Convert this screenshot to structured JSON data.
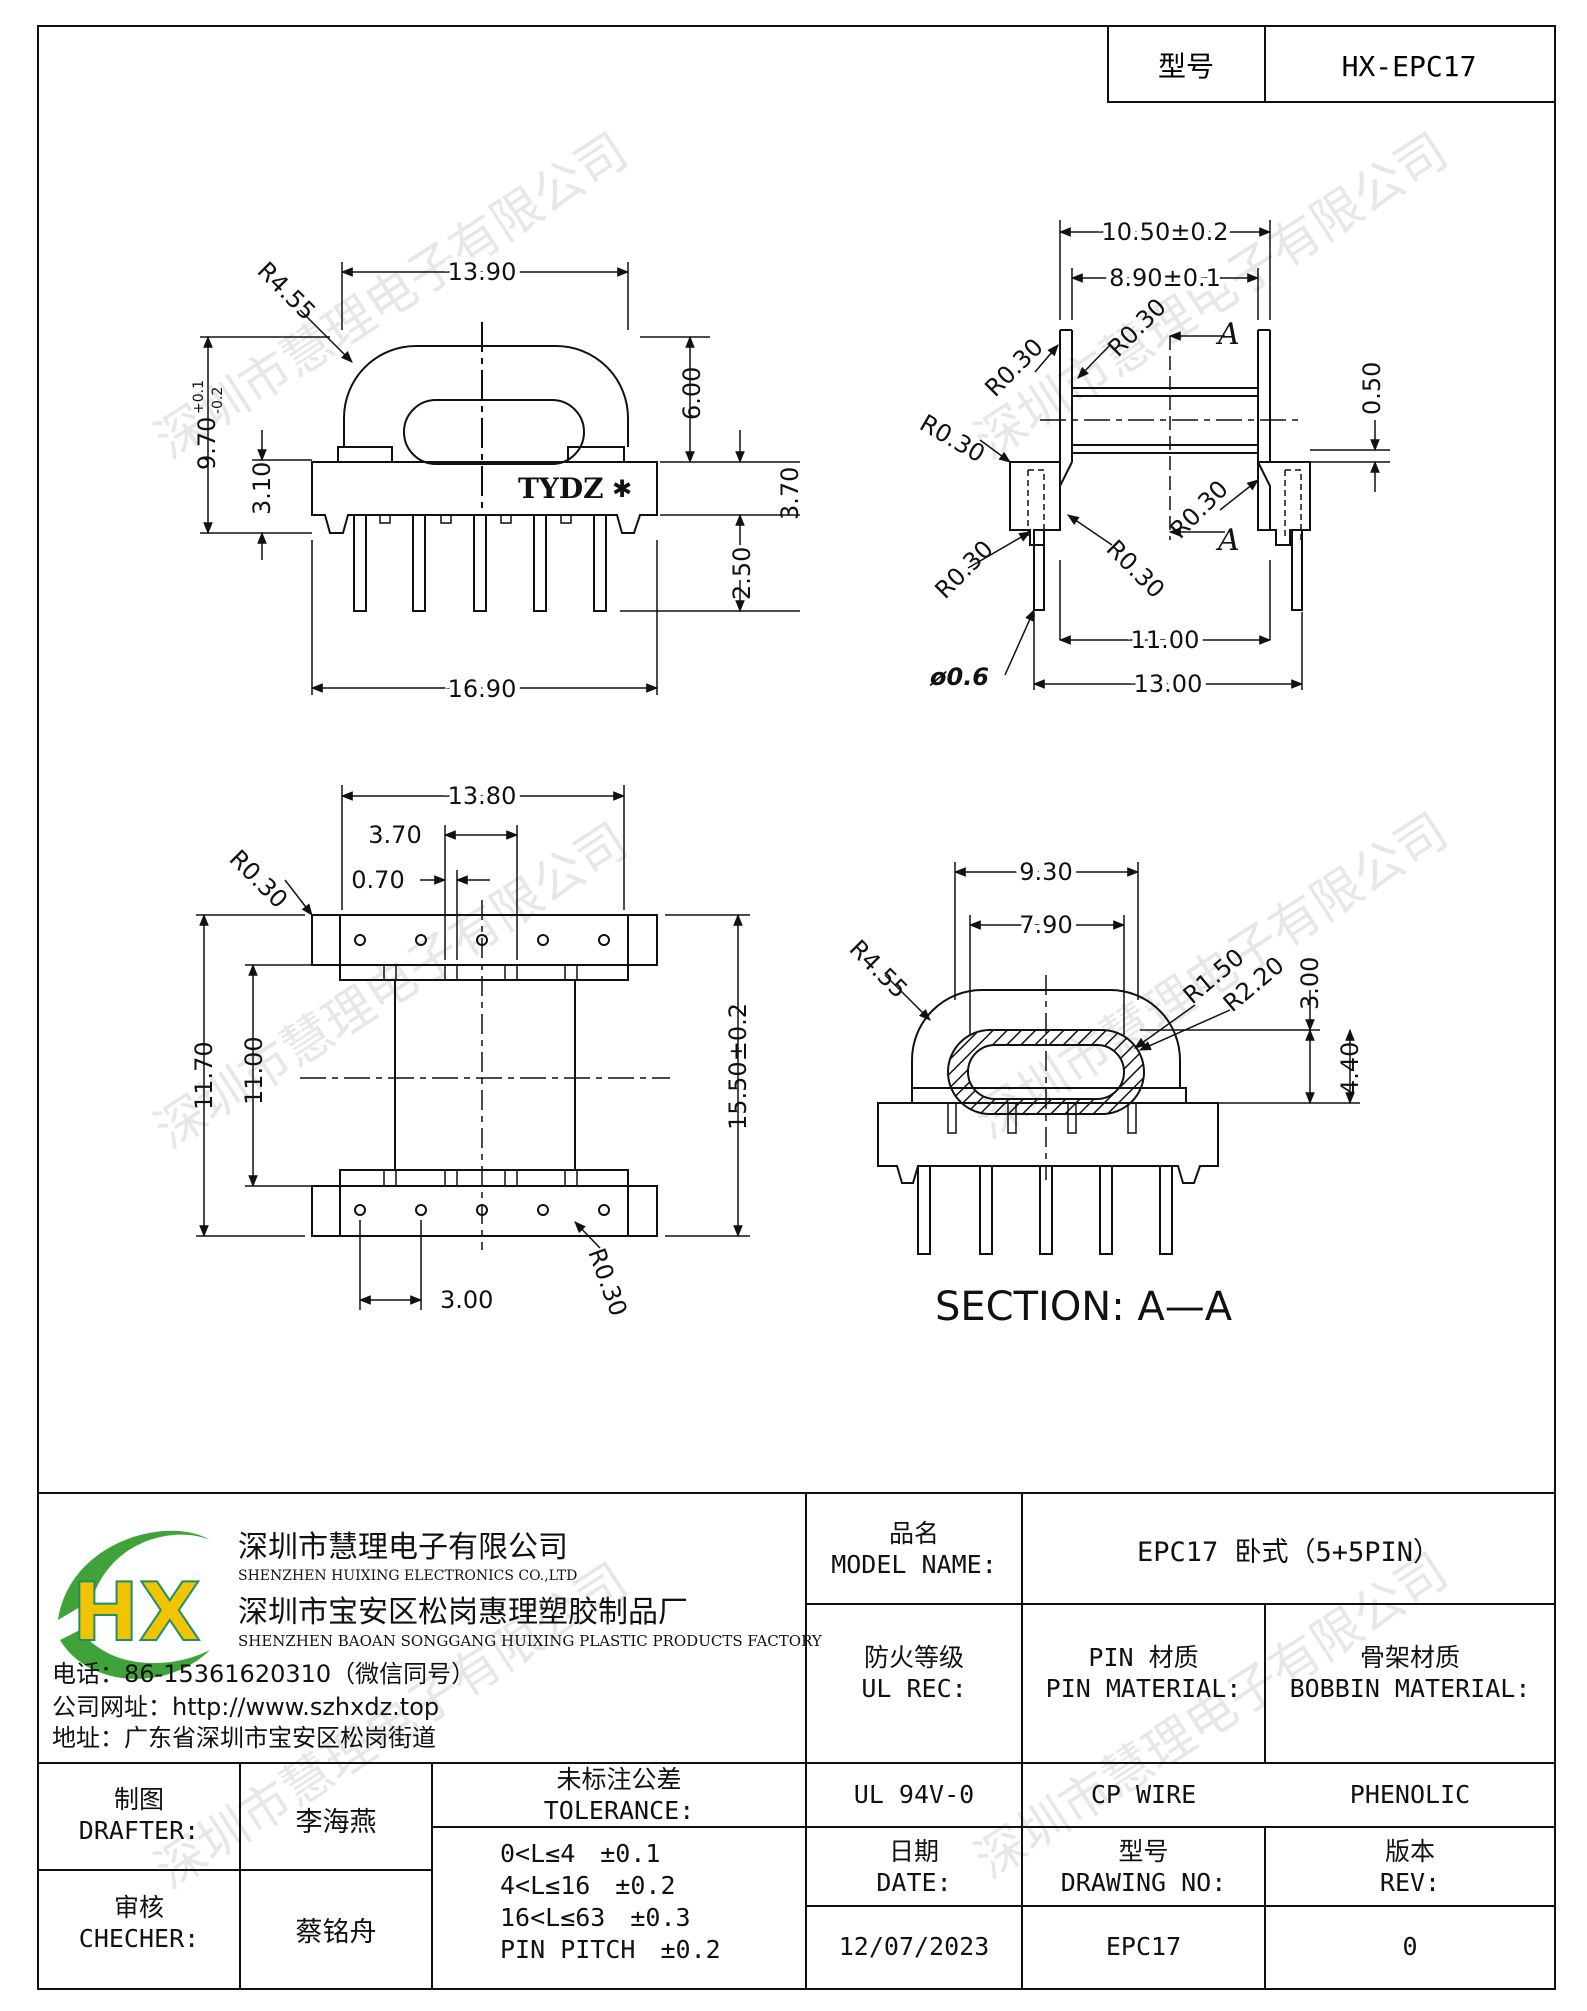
{
  "header": {
    "model_label": "型号",
    "model_value": "HX-EPC17"
  },
  "views": {
    "front": {
      "dims": {
        "top_width": "13.90",
        "height_total": "9.70",
        "tol_plus": "+0.1",
        "tol_minus": "-0.2",
        "base_height": "3.10",
        "arch_height": "6.00",
        "flange_height": "3.70",
        "pin_length": "2.50",
        "bottom_width": "16.90",
        "radius": "R4.55"
      },
      "marking": "TYDZ",
      "marking_symbol": "✱"
    },
    "side": {
      "dims": {
        "outer_width": "10.50±0.2",
        "inner_width": "8.90±0.1",
        "gap": "0.50",
        "pin_span": "11.00",
        "total_span": "13.00",
        "pin_dia": "ø0.6",
        "r030": "R0.30",
        "section_mark": "A"
      }
    },
    "bottom": {
      "dims": {
        "width": "13.80",
        "slot_pitch": "3.70",
        "slot_width": "0.70",
        "inner_height": "11.70",
        "core_height": "11.00",
        "total_height": "15.50±0.2",
        "pin_pitch": "3.00",
        "r030": "R0.30"
      }
    },
    "section": {
      "dims": {
        "outer": "9.30",
        "inner": "7.90",
        "r455": "R4.55",
        "r150": "R1.50",
        "r220": "R2.20",
        "d300": "3.00",
        "d440": "4.40"
      },
      "caption": "SECTION: A—A"
    }
  },
  "watermark": "深圳市慧理电子有限公司",
  "company": {
    "logo_letters": "HX",
    "name_cn": "深圳市慧理电子有限公司",
    "name_en": "SHENZHEN HUIXING ELECTRONICS CO.,LTD",
    "factory_cn": "深圳市宝安区松岗惠理塑胶制品厂",
    "factory_en": "SHENZHEN BAOAN SONGGANG HUIXING PLASTIC PRODUCTS FACTORY",
    "phone": "电话：86-15361620310（微信同号）",
    "website": "公司网址：http://www.szhxdz.top",
    "address": "地址：广东省深圳市宝安区松岗街道"
  },
  "titleblock": {
    "model_name_cn": "品名",
    "model_name_en": "MODEL NAME:",
    "model_name_value": "EPC17 卧式（5+5PIN）",
    "fire_cn": "防火等级",
    "fire_en": "UL REC:",
    "pin_mat_cn": "PIN 材质",
    "pin_mat_en": "PIN MATERIAL:",
    "bobbin_mat_cn": "骨架材质",
    "bobbin_mat_en": "BOBBIN MATERIAL:",
    "fire_value": "UL 94V-0",
    "pin_mat_value": "CP WIRE",
    "bobbin_mat_value": "PHENOLIC",
    "drafter_cn": "制图",
    "drafter_en": "DRAFTER:",
    "drafter_name": "李海燕",
    "checker_cn": "审核",
    "checker_en": "CHECHER:",
    "checker_name": "蔡铭舟",
    "tol_cn": "未标注公差",
    "tol_en": "TOLERANCE:",
    "tol_lines": [
      "0<L≤4　±0.1",
      "4<L≤16　±0.2",
      "16<L≤63　±0.3",
      "PIN PITCH　±0.2"
    ],
    "date_cn": "日期",
    "date_en": "DATE:",
    "date_value": "12/07/2023",
    "drawing_cn": "型号",
    "drawing_en": "DRAWING NO:",
    "drawing_value": "EPC17",
    "rev_cn": "版本",
    "rev_en": "REV:",
    "rev_value": "0"
  },
  "colors": {
    "logo_green": "#3fa33a",
    "logo_yellow": "#f2c300",
    "logo_teal": "#1f8f6a",
    "line": "#111111"
  }
}
